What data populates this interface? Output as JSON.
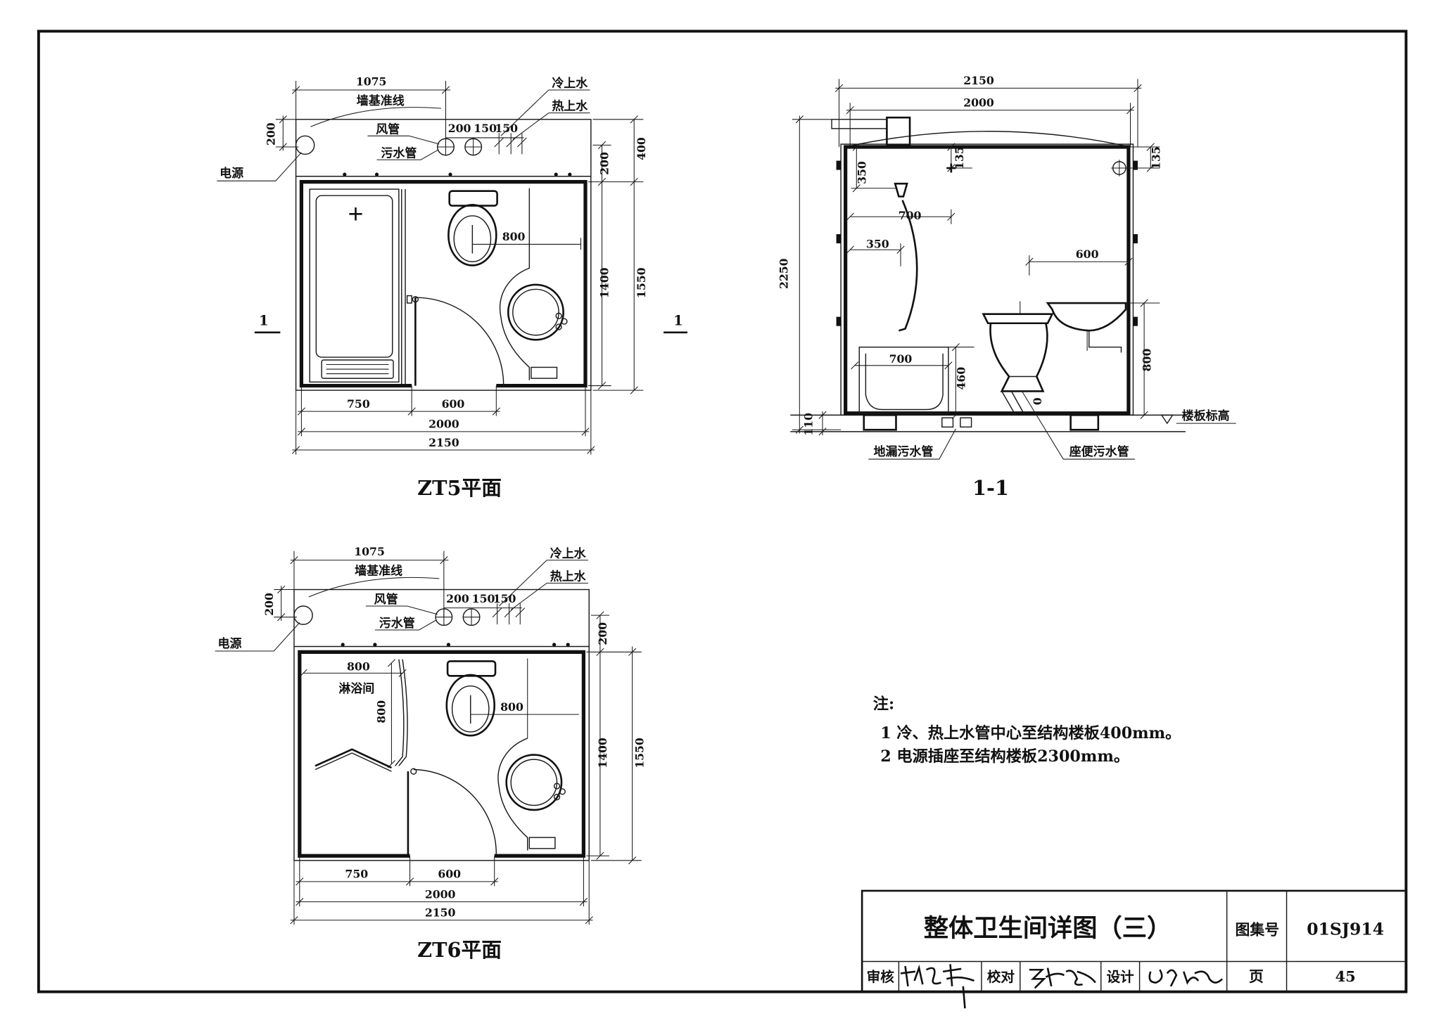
{
  "sheet": {
    "title": "整体卫生间详图（三）",
    "atlas_label": "图集号",
    "atlas_number": "01SJ914",
    "page_label": "页",
    "page_number": "45",
    "review_label": "审核",
    "proofread_label": "校对",
    "design_label": "设计"
  },
  "notes": {
    "heading": "注:",
    "items": [
      "1 冷、热上水管中心至结构楼板400mm。",
      "2 电源插座至结构楼板2300mm。"
    ]
  },
  "zt5": {
    "caption": "ZT5平面",
    "dim_top": "1075",
    "wall_datum": "墙基准线",
    "cold_water": "冷上水",
    "hot_water": "热上水",
    "dim_left_200": "200",
    "air_duct": "风管",
    "sewage_pipe": "污水管",
    "pipe_spacing": [
      "200",
      "150",
      "150"
    ],
    "power": "电源",
    "dim_400": "400",
    "dim_200_right": "200",
    "dim_toilet_800": "800",
    "dim_1400": "1400",
    "dim_1550": "1550",
    "section_mark": "1",
    "dim_bottom": [
      "750",
      "600",
      "2000",
      "2150"
    ]
  },
  "section": {
    "caption": "1-1",
    "dim_2150": "2150",
    "dim_2000": "2000",
    "dim_2250": "2250",
    "dim_350_top": "350",
    "dim_135_left": "135",
    "dim_135_right": "135",
    "dim_700_shower": "700",
    "dim_350": "350",
    "dim_600": "600",
    "dim_700_tub": "700",
    "dim_460": "460",
    "dim_800": "800",
    "dim_0": "0",
    "dim_110": "110",
    "floor_level": "楼板标高",
    "floor_drain": "地漏污水管",
    "toilet_drain": "座便污水管"
  },
  "zt6": {
    "caption": "ZT6平面",
    "dim_top": "1075",
    "wall_datum": "墙基准线",
    "cold_water": "冷上水",
    "hot_water": "热上水",
    "dim_left_200": "200",
    "air_duct": "风管",
    "sewage_pipe": "污水管",
    "pipe_spacing": [
      "200",
      "150",
      "150"
    ],
    "power": "电源",
    "dim_200_right": "200",
    "shower_width": "800",
    "shower_label": "淋浴间",
    "shower_depth": "800",
    "dim_toilet_800": "800",
    "dim_1400": "1400",
    "dim_1550": "1550",
    "dim_bottom": [
      "750",
      "600",
      "2000",
      "2150"
    ]
  }
}
